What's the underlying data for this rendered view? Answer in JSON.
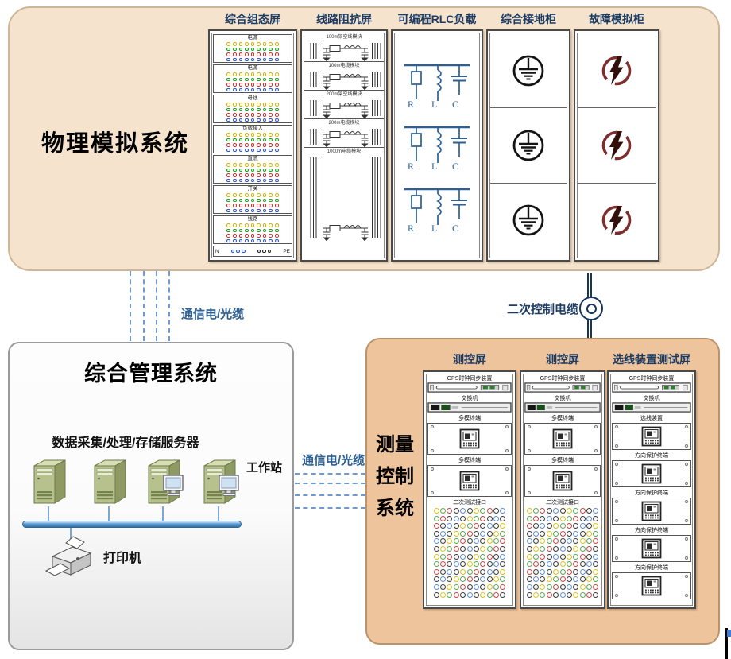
{
  "physical_system": {
    "title": "物理模拟系统",
    "dot_colors": [
      "#d4b500",
      "#1e9e1e",
      "#d42a2a",
      "#2a55d4"
    ],
    "cabinets": [
      {
        "type": "config",
        "label": "综合组态屏",
        "modules": [
          "电源",
          "电源",
          "母线",
          "负载接入",
          "直流",
          "开关",
          "线路"
        ],
        "neutral_label": "N",
        "pe_label": "PE"
      },
      {
        "type": "impedance",
        "label": "线路阻抗屏",
        "modules": [
          "100m架空线模块",
          "100m电缆模块",
          "200m架空线模块",
          "200m电缆模块",
          "1000m电缆模块"
        ]
      },
      {
        "type": "rlc",
        "label": "可编程RLC负载",
        "element_labels": [
          "R",
          "L",
          "C"
        ],
        "circuits": 3
      },
      {
        "type": "ground",
        "label": "综合接地柜",
        "cells": 3
      },
      {
        "type": "fault",
        "label": "故障模拟柜",
        "cells": 3
      }
    ]
  },
  "connections": {
    "vertical_comm_label": "通信电/光缆",
    "horizontal_comm_label": "通信电/光缆",
    "secondary_cable_label": "二次控制电缆"
  },
  "management_system": {
    "title": "综合管理系统",
    "servers_label": "数据采集/处理/存储服务器",
    "workstation_label": "工作站",
    "printer_label": "打印机",
    "server_count": 4,
    "workstation_count": 2
  },
  "measurement_system": {
    "title_lines": [
      "测量",
      "控制",
      "系统"
    ],
    "ring_palette": [
      "#d9c21a",
      "#58a858",
      "#cc4444",
      "#3a3a3a",
      "#5b8ed6",
      "#3a3a3a"
    ],
    "panels": [
      {
        "header": "测控屏",
        "sections": [
          {
            "type": "rack-gps",
            "label": "GPS时钟同步装置"
          },
          {
            "type": "rack-switch",
            "label": "交换机"
          },
          {
            "type": "device",
            "label": "多模终端"
          },
          {
            "type": "device",
            "label": "多模终端"
          },
          {
            "type": "rings",
            "label": "二次测试接口",
            "rows": 12,
            "cols": 11
          }
        ]
      },
      {
        "header": "测控屏",
        "sections": [
          {
            "type": "rack-gps",
            "label": "GPS时钟同步装置"
          },
          {
            "type": "rack-switch",
            "label": "交换机"
          },
          {
            "type": "device",
            "label": "多模终端"
          },
          {
            "type": "device",
            "label": "多模终端"
          },
          {
            "type": "rings",
            "label": "二次测试接口",
            "rows": 12,
            "cols": 11
          }
        ]
      },
      {
        "header": "选线装置测试屏",
        "sections": [
          {
            "type": "rack-gps",
            "label": "GPS时钟同步装置"
          },
          {
            "type": "rack-switch",
            "label": "交换机"
          },
          {
            "type": "device",
            "label": "选线装置"
          },
          {
            "type": "device",
            "label": "方向保护终端"
          },
          {
            "type": "device",
            "label": "方向保护终端"
          },
          {
            "type": "device",
            "label": "方向保护终端"
          },
          {
            "type": "device",
            "label": "方向保护终端"
          }
        ]
      }
    ]
  }
}
